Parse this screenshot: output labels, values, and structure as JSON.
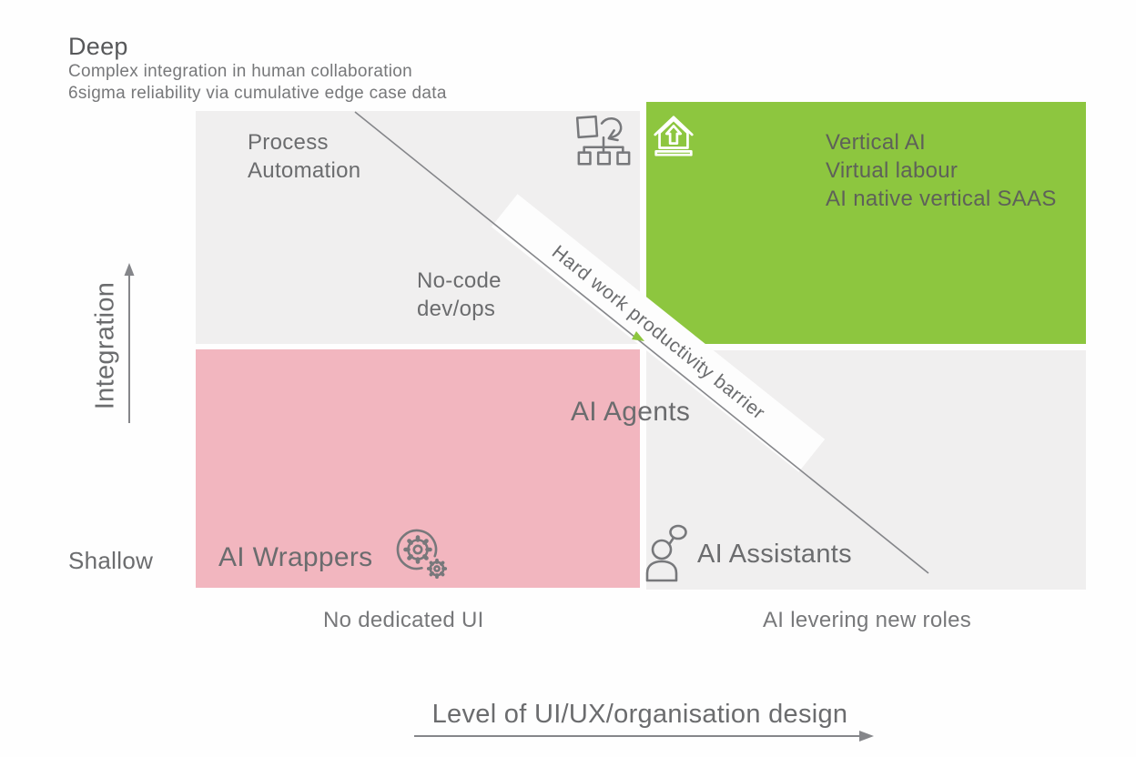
{
  "y_axis": {
    "label": "Integration",
    "top_label": "Deep",
    "top_description_1": "Complex integration in human collaboration",
    "top_description_2": "6sigma reliability via cumulative edge case data",
    "bottom_label": "Shallow"
  },
  "x_axis": {
    "label": "Level of UI/UX/organisation design",
    "left_label": "No dedicated UI",
    "right_label": "AI levering new roles"
  },
  "quadrants": {
    "top_left": {
      "label_upper": "Process Automation",
      "label_lower": "No-code dev/ops",
      "icon": "flowchart-loop-icon",
      "color": "#F0EFEF"
    },
    "top_right": {
      "lines": [
        "Vertical AI",
        "Virtual labour",
        "AI native vertical SAAS"
      ],
      "icon": "house-upload-icon",
      "color": "#8DC63F"
    },
    "bottom_left": {
      "label": "AI Wrappers",
      "icon": "gears-icon",
      "color": "#F2B6BF"
    },
    "bottom_right": {
      "label": "AI Assistants",
      "icon": "person-chat-icon",
      "color": "#F0EFEF"
    }
  },
  "center_label": "AI Agents",
  "barrier_label": "Hard work productivity barrier",
  "colors": {
    "green": "#8DC63F",
    "pink": "#F2B6BF",
    "quadrant_gray": "#F0EFEF",
    "text_gray": "#6B6C6E",
    "line_gray": "#85868A",
    "band_white": "#FDFDFD"
  }
}
